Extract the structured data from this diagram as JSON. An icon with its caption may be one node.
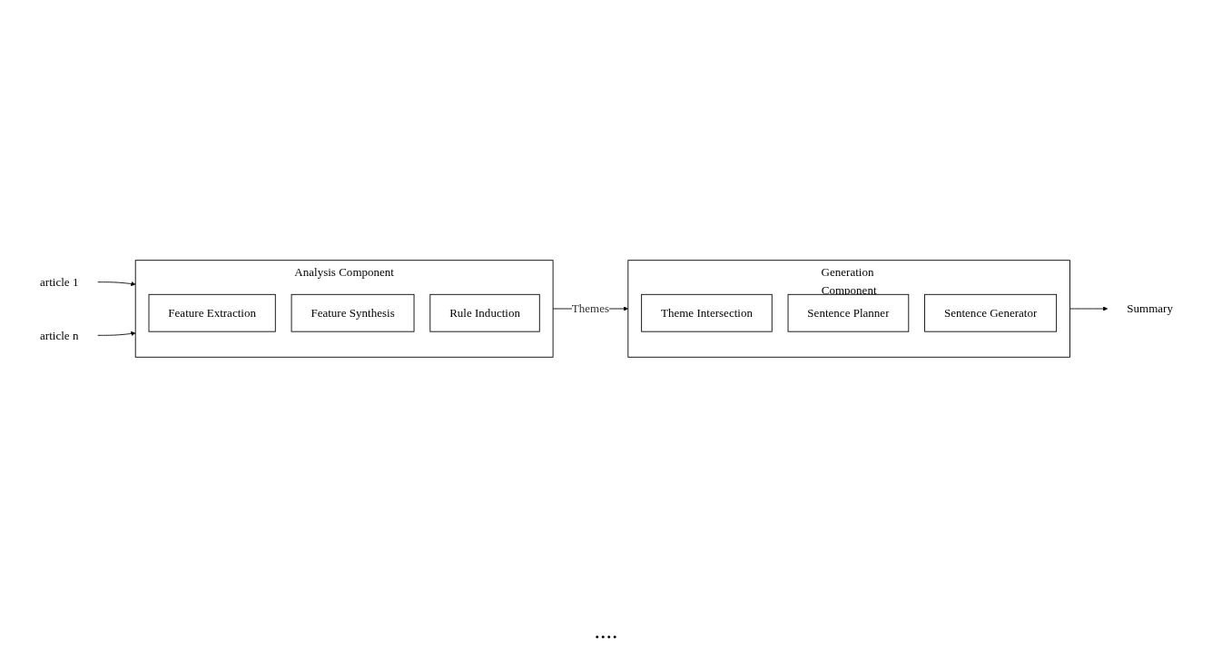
{
  "diagram": {
    "nodes": [
      {
        "text": [
          "Analysis Component"
        ]
      },
      {
        "text": [
          "Feature Extraction"
        ],
        "in": 0
      },
      {
        "text": [
          "Feature Synthesis"
        ],
        "in": 0
      },
      {
        "text": [
          "Rule Induction"
        ],
        "in": 0
      },
      {
        "text": [
          "Generation Component"
        ]
      },
      {
        "text": [
          "Theme Intersection"
        ],
        "in": 4
      },
      {
        "text": [
          "Sentence Planner"
        ],
        "in": 4
      },
      {
        "text": [
          "Sentence Generator"
        ],
        "in": 4
      },
      {
        "text": [
          "article 1"
        ]
      },
      {
        "text": [
          "article  n"
        ]
      },
      {
        "text": [
          "Summary"
        ]
      }
    ],
    "edges": [
      {
        "from": 8,
        "to": 0,
        "arrow": "to"
      },
      {
        "from": 9,
        "to": 0,
        "arrow": "to"
      },
      {
        "from": 0,
        "to": 4,
        "arrow": "to",
        "label": "Themes"
      },
      {
        "from": 4,
        "to": 10,
        "arrow": "to"
      }
    ],
    "labels": [
      "...."
    ]
  }
}
